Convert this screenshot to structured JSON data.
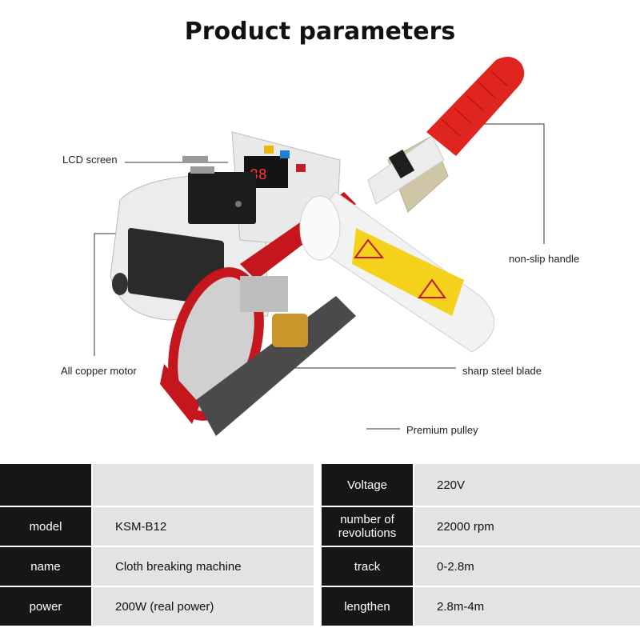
{
  "title": "Product parameters",
  "callouts": {
    "lcd": "LCD screen",
    "handle": "non-slip handle",
    "motor": "All copper motor",
    "blade": "sharp steel blade",
    "pulley": "Premium pulley"
  },
  "table": {
    "left": [
      {
        "label": "",
        "value": ""
      },
      {
        "label": "model",
        "value": "KSM-B12"
      },
      {
        "label": "name",
        "value": "Cloth breaking machine"
      },
      {
        "label": "power",
        "value": "200W (real power)"
      }
    ],
    "right": [
      {
        "label": "Voltage",
        "value": "220V"
      },
      {
        "label": "number of revolutions",
        "value": "22000 rpm"
      },
      {
        "label": "track",
        "value": "0-2.8m"
      },
      {
        "label": "lengthen",
        "value": "2.8m-4m"
      }
    ]
  },
  "colors": {
    "handle": "#e0241f",
    "frame": "#c4161c",
    "label_yellow": "#f4d21c",
    "dark_cell": "#161616",
    "light_cell": "#e3e3e3"
  }
}
